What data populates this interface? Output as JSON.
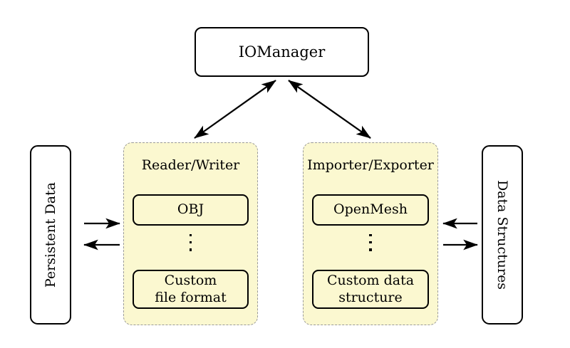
{
  "diagram": {
    "title_node": {
      "label": "IOManager"
    },
    "left_side": {
      "label": "Persistent Data"
    },
    "right_side": {
      "label": "Data Structures"
    },
    "groups": [
      {
        "name": "reader-writer",
        "title": "Reader/Writer",
        "top_item": "OBJ",
        "ellipsis": "⋮",
        "bottom_item_line1": "Custom",
        "bottom_item_line2": "file format"
      },
      {
        "name": "importer-exporter",
        "title": "Importer/Exporter",
        "top_item": "OpenMesh",
        "ellipsis": "⋮",
        "bottom_item_line1": "Custom data",
        "bottom_item_line2": "structure"
      }
    ],
    "connectors": [
      {
        "name": "iomanager-to-reader-writer",
        "style": "double-headed",
        "from": "IOManager",
        "to": "Reader/Writer"
      },
      {
        "name": "iomanager-to-importer-exporter",
        "style": "double-headed",
        "from": "IOManager",
        "to": "Importer/Exporter"
      },
      {
        "name": "persistent-data-to-reader-writer",
        "style": "single-headed-right",
        "from": "Persistent Data",
        "to": "Reader/Writer"
      },
      {
        "name": "reader-writer-to-persistent-data",
        "style": "single-headed-left",
        "from": "Reader/Writer",
        "to": "Persistent Data"
      },
      {
        "name": "data-structures-to-importer-exporter",
        "style": "single-headed-left",
        "from": "Data Structures",
        "to": "Importer/Exporter"
      },
      {
        "name": "importer-exporter-to-data-structures",
        "style": "single-headed-right",
        "from": "Importer/Exporter",
        "to": "Data Structures"
      }
    ],
    "colors": {
      "group_fill": "#fbf8d0",
      "group_border": "#9a9a9a",
      "node_stroke": "#000000",
      "node_fill": "#ffffff",
      "background": "#ffffff"
    }
  }
}
